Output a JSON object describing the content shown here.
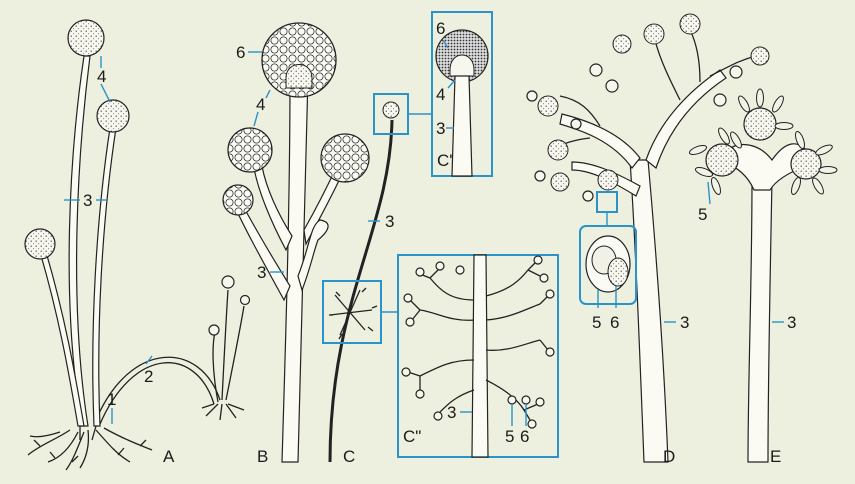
{
  "panels": {
    "A": "A",
    "B": "B",
    "C": "C",
    "C1": "C'",
    "C2": "C\"",
    "D": "D",
    "E": "E"
  },
  "labels": {
    "a_1": "1",
    "a_2": "2",
    "a_3": "3",
    "a_4": "4",
    "b_6": "6",
    "b_4": "4",
    "b_3": "3",
    "c_3": "3",
    "c1_6": "6",
    "c1_4": "4",
    "c1_3": "3",
    "c2_3": "3",
    "c2_5": "5",
    "c2_6": "6",
    "d_5": "5",
    "d_6": "6",
    "d_3": "3",
    "e_5": "5",
    "e_3": "3"
  },
  "colors": {
    "background": "#eef0df",
    "ink": "#222222",
    "accent": "#2a93c9"
  }
}
